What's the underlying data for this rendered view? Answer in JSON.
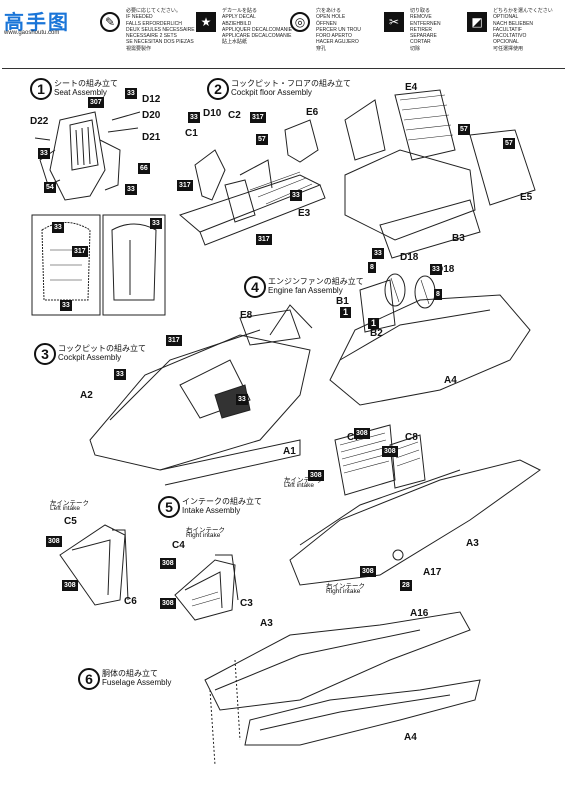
{
  "watermark": {
    "logo_text": "高手图",
    "url": "www.gaoshoutu.com"
  },
  "legend": [
    {
      "icon_name": "feather-icon",
      "glyph": "✎",
      "style": "ring",
      "lines": "必要に応じてください。\nIF NEEDED\nFALLS ERFORDERLICH\nDEUX SEULES NECESSAIRE\nNECESSAIRE 2 SETS\nSE NECESITAN DOS PIEZAS\n視需要製作"
    },
    {
      "icon_name": "star-decal-icon",
      "glyph": "★",
      "style": "solid",
      "lines": "デカールを貼る\nAPPLY DECAL\nABZIEHBILD\nAPPLIQUER DECALCOMANIE\nAPPLICARE DECALCOMANIE\n貼上水貼紙"
    },
    {
      "icon_name": "drill-hole-icon",
      "glyph": "◎",
      "style": "ring",
      "lines": "穴をあける\nOPEN HOLE\nÖFFNEN\nPERCER UN TROU\nFORO APERTO\nHACER AGUJERO\n穿孔"
    },
    {
      "icon_name": "remove-icon",
      "glyph": "✂",
      "style": "solid",
      "lines": "切り取る\nREMOVE\nENTFERNEN\nRETIRER\nSEPARARE\nCORTAR\n切除"
    },
    {
      "icon_name": "optional-icon",
      "glyph": "◩",
      "style": "solid",
      "lines": "どちらかを選んでください\nOPTIONAL\nNACH BELIEBEN\nFACULTATIF\nFACOLTATIVO\nOPCIONAL\n可任選擇使用"
    }
  ],
  "steps": [
    {
      "num": "1",
      "jp": "シートの組み立て",
      "en": "Seat Assembly"
    },
    {
      "num": "2",
      "jp": "コックピット・フロアの組み立て",
      "en": "Cockpit floor Assembly"
    },
    {
      "num": "3",
      "jp": "コックピットの組み立て",
      "en": "Cockpit Assembly"
    },
    {
      "num": "4",
      "jp": "エンジンファンの組み立て",
      "en": "Engine fan Assembly"
    },
    {
      "num": "5",
      "jp": "インテークの組み立て",
      "en": "Intake Assembly"
    },
    {
      "num": "6",
      "jp": "胴体の組み立て",
      "en": "Fuselage Assembly"
    }
  ],
  "parts": {
    "d12": "D12",
    "d20": "D20",
    "d21": "D21",
    "d22": "D22",
    "c1": "C1",
    "c2": "C2",
    "d10": "D10",
    "e6": "E6",
    "e3": "E3",
    "e4": "E4",
    "e5": "E5",
    "b3": "B3",
    "d18a": "D18",
    "d18b": "D18",
    "b1": "B1",
    "b2": "B2",
    "a4": "A4",
    "e8": "E8",
    "a2": "A2",
    "a1": "A1",
    "c7": "C7",
    "c8": "C8",
    "a3": "A3",
    "a17": "A17",
    "c5": "C5",
    "c6": "C6",
    "c4": "C4",
    "c3": "C3",
    "a16": "A16",
    "a3b": "A3",
    "a4b": "A4"
  },
  "tags": {
    "t307a": "307",
    "t33a": "33",
    "t33b": "33",
    "t66": "66",
    "t54": "54",
    "t33c": "33",
    "t33d": "33",
    "t317a": "317",
    "t57a": "57",
    "t317b": "317",
    "t317c": "317",
    "t33e": "33",
    "t57b": "57",
    "t57c": "57",
    "t33f": "33",
    "t33g": "33",
    "t8a": "8",
    "t8b": "8",
    "t317d": "317",
    "t33h": "33",
    "t33i": "33",
    "t308a": "308",
    "t308b": "308",
    "t308c": "308",
    "t308d": "308",
    "t308e": "308",
    "t308f": "308",
    "t308g": "308",
    "t308h": "308",
    "t28": "28",
    "t33j": "33",
    "t33k": "33",
    "t317e": "317",
    "t33l": "33"
  },
  "sublabels": {
    "left_intake_jp_1": "左インテーク",
    "left_intake_en_1": "Left intake",
    "right_intake_jp_1": "右インテーク",
    "right_intake_en_1": "Right intake",
    "left_intake_jp_2": "左インテーク",
    "left_intake_en_2": "Left intake",
    "right_intake_jp_2": "右インテーク",
    "right_intake_en_2": "Right intake"
  },
  "markers": {
    "m1a": "1",
    "m1b": "1"
  }
}
